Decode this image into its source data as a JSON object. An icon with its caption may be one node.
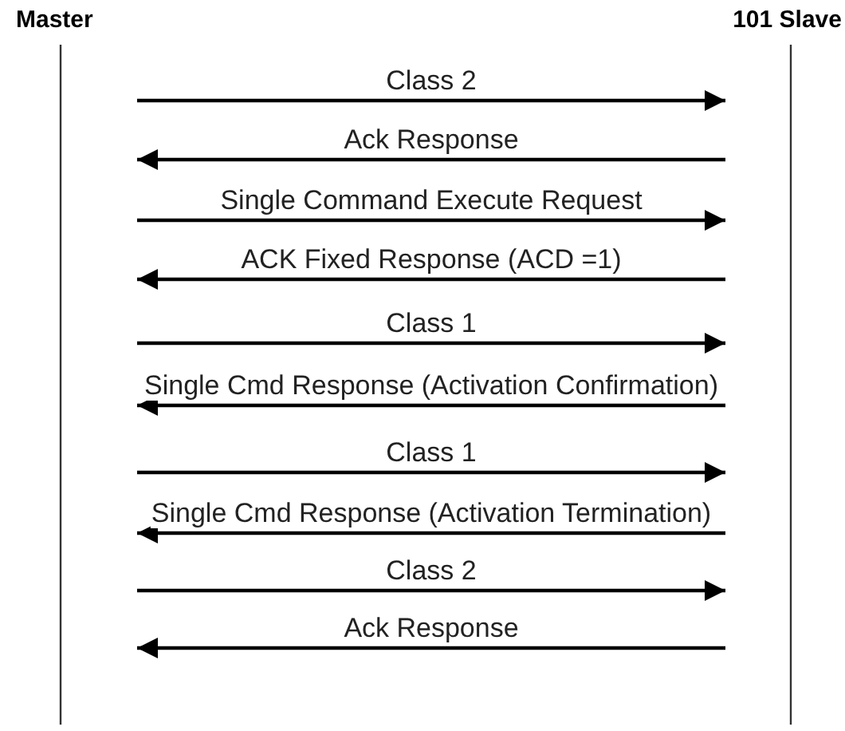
{
  "diagram": {
    "nodes": [
      {
        "text": [
          "Master"
        ]
      },
      {
        "text": [
          "101 Slave"
        ]
      }
    ],
    "edges": [
      {
        "from": 0,
        "to": 1,
        "arrow": "to",
        "label": "Class 2"
      },
      {
        "from": 1,
        "to": 0,
        "arrow": "to",
        "label": "Ack Response"
      },
      {
        "from": 0,
        "to": 1,
        "arrow": "to",
        "label": "Single Command Execute Request"
      },
      {
        "from": 1,
        "to": 0,
        "arrow": "to",
        "label": "ACK Fixed Response (ACD =1)"
      },
      {
        "from": 0,
        "to": 1,
        "arrow": "to",
        "label": "Class 1"
      },
      {
        "from": 1,
        "to": 0,
        "arrow": "to",
        "label": "Single Cmd Response (Activation Confirmation)"
      },
      {
        "from": 0,
        "to": 1,
        "arrow": "to",
        "label": "Class 1"
      },
      {
        "from": 1,
        "to": 0,
        "arrow": "to",
        "label": "Single Cmd Response (Activation Termination)"
      },
      {
        "from": 0,
        "to": 1,
        "arrow": "to",
        "label": "Class 2"
      },
      {
        "from": 1,
        "to": 0,
        "arrow": "to",
        "label": "Ack Response"
      }
    ]
  }
}
